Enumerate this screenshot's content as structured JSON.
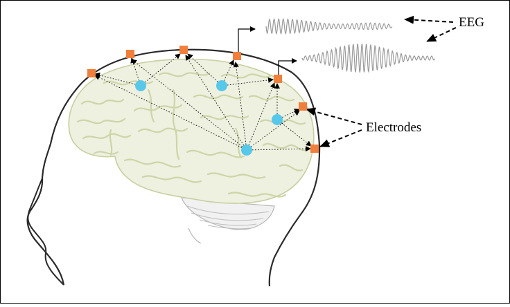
{
  "labels": {
    "eeg": "EEG",
    "electrodes": "Electrodes"
  },
  "colors": {
    "electrode": "#f07f3c",
    "source": "#57c8ea",
    "brain_fill": "#eef0e0",
    "brain_folds": "#cdd5a7",
    "head_outline": "#2a2a2a",
    "eeg_wave": "#9a9a9a",
    "arrow": "#000000"
  },
  "icons": {
    "electrode": "orange-square",
    "source": "cyan-circle"
  }
}
